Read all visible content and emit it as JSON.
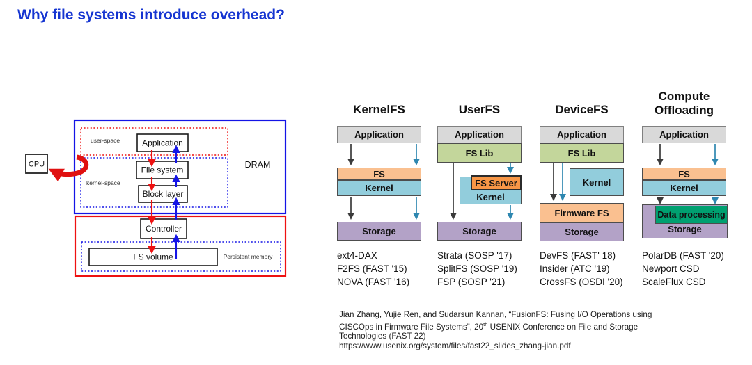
{
  "title": "Why file systems introduce overhead?",
  "left_diagram": {
    "cpu": "CPU",
    "user_space": "user-space",
    "kernel_space": "kernel-space",
    "dram": "DRAM",
    "persistent_memory": "Persistent memory",
    "application": "Application",
    "file_system": "File system",
    "block_layer": "Block layer",
    "controller": "Controller",
    "fs_volume": "FS volume"
  },
  "columns": {
    "kernelfs": {
      "title": "KernelFS",
      "application": "Application",
      "fs": "FS",
      "kernel": "Kernel",
      "storage": "Storage",
      "papers": [
        "ext4-DAX",
        "F2FS (FAST '15)",
        "NOVA (FAST '16)"
      ]
    },
    "userfs": {
      "title": "UserFS",
      "application": "Application",
      "fs_lib": "FS Lib",
      "fs_server": "FS Server",
      "kernel": "Kernel",
      "storage": "Storage",
      "papers": [
        "Strata (SOSP '17)",
        "SplitFS (SOSP '19)",
        "FSP (SOSP '21)"
      ]
    },
    "devicefs": {
      "title": "DeviceFS",
      "application": "Application",
      "fs_lib": "FS Lib",
      "kernel": "Kernel",
      "firmware_fs": "Firmware FS",
      "storage": "Storage",
      "papers": [
        "DevFS (FAST' 18)",
        "Insider (ATC '19)",
        "CrossFS (OSDI '20)"
      ]
    },
    "compute": {
      "title": "Compute Offloading",
      "application": "Application",
      "fs": "FS",
      "kernel": "Kernel",
      "data_processing": "Data processing",
      "storage": "Storage",
      "papers": [
        "PolarDB (FAST '20)",
        "Newport CSD",
        "ScaleFlux CSD"
      ]
    }
  },
  "citation": {
    "line1": "Jian Zhang, Yujie Ren, and Sudarsun Kannan, “FusionFS: Fusing I/O Operations using",
    "line2_pre": "CISCOps in Firmware File Systems”, 20",
    "line2_sup": "th",
    "line2_post": " USENIX Conference on File and Storage",
    "line3": "Technologies (FAST 22)",
    "line4": "https://www.usenix.org/system/files/fast22_slides_zhang-jian.pdf"
  },
  "colors": {
    "title_blue": "#1535d1",
    "application_gray": "#d9d9d9",
    "fslib_green": "#c3d69b",
    "fs_orange": "#fac090",
    "fsserver_orange": "#f79646",
    "kernel_blue": "#92cddc",
    "storage_purple": "#b3a2c7",
    "dataproc_green": "#00a070",
    "arrow_teal": "#2e87b0",
    "arrow_black": "#3a3a3a",
    "diagram_red": "#ee1111",
    "diagram_blue": "#1414e6"
  }
}
